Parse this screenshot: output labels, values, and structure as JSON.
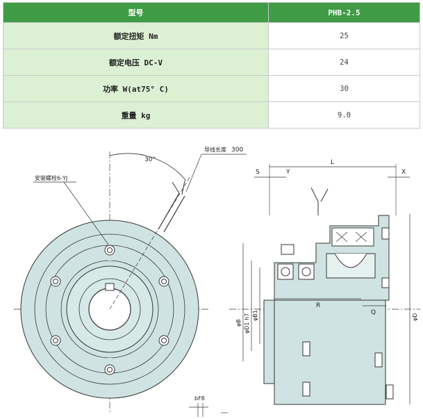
{
  "table": {
    "header": {
      "label": "型号",
      "value": "PHB-2.5"
    },
    "rows": [
      {
        "label": "额定扭矩 Nm",
        "value": "25"
      },
      {
        "label": "额定电压 DC-V",
        "value": "24"
      },
      {
        "label": "功率 W(at75° C)",
        "value": "30"
      },
      {
        "label": "重量 kg",
        "value": "9.0"
      }
    ]
  },
  "drawing": {
    "front_view": {
      "angle_label": "30°",
      "lead_wire_label": "导线长度",
      "lead_wire_value": "300",
      "bolt_label": "安装螺栓6-YJ"
    },
    "side_view": {
      "dims": {
        "L": "L",
        "S": "S",
        "Y": "Y",
        "X": "X",
        "R": "R",
        "Q": "Q",
        "B": "φB",
        "D1": "φD1 h7",
        "B1": "φB1",
        "D": "φD"
      }
    },
    "keyway_label": "bF8"
  },
  "colors": {
    "header_green": "#3f9b46",
    "label_green": "#dcf0d4",
    "part_fill": "#cfe4e2",
    "stroke": "#333333"
  }
}
